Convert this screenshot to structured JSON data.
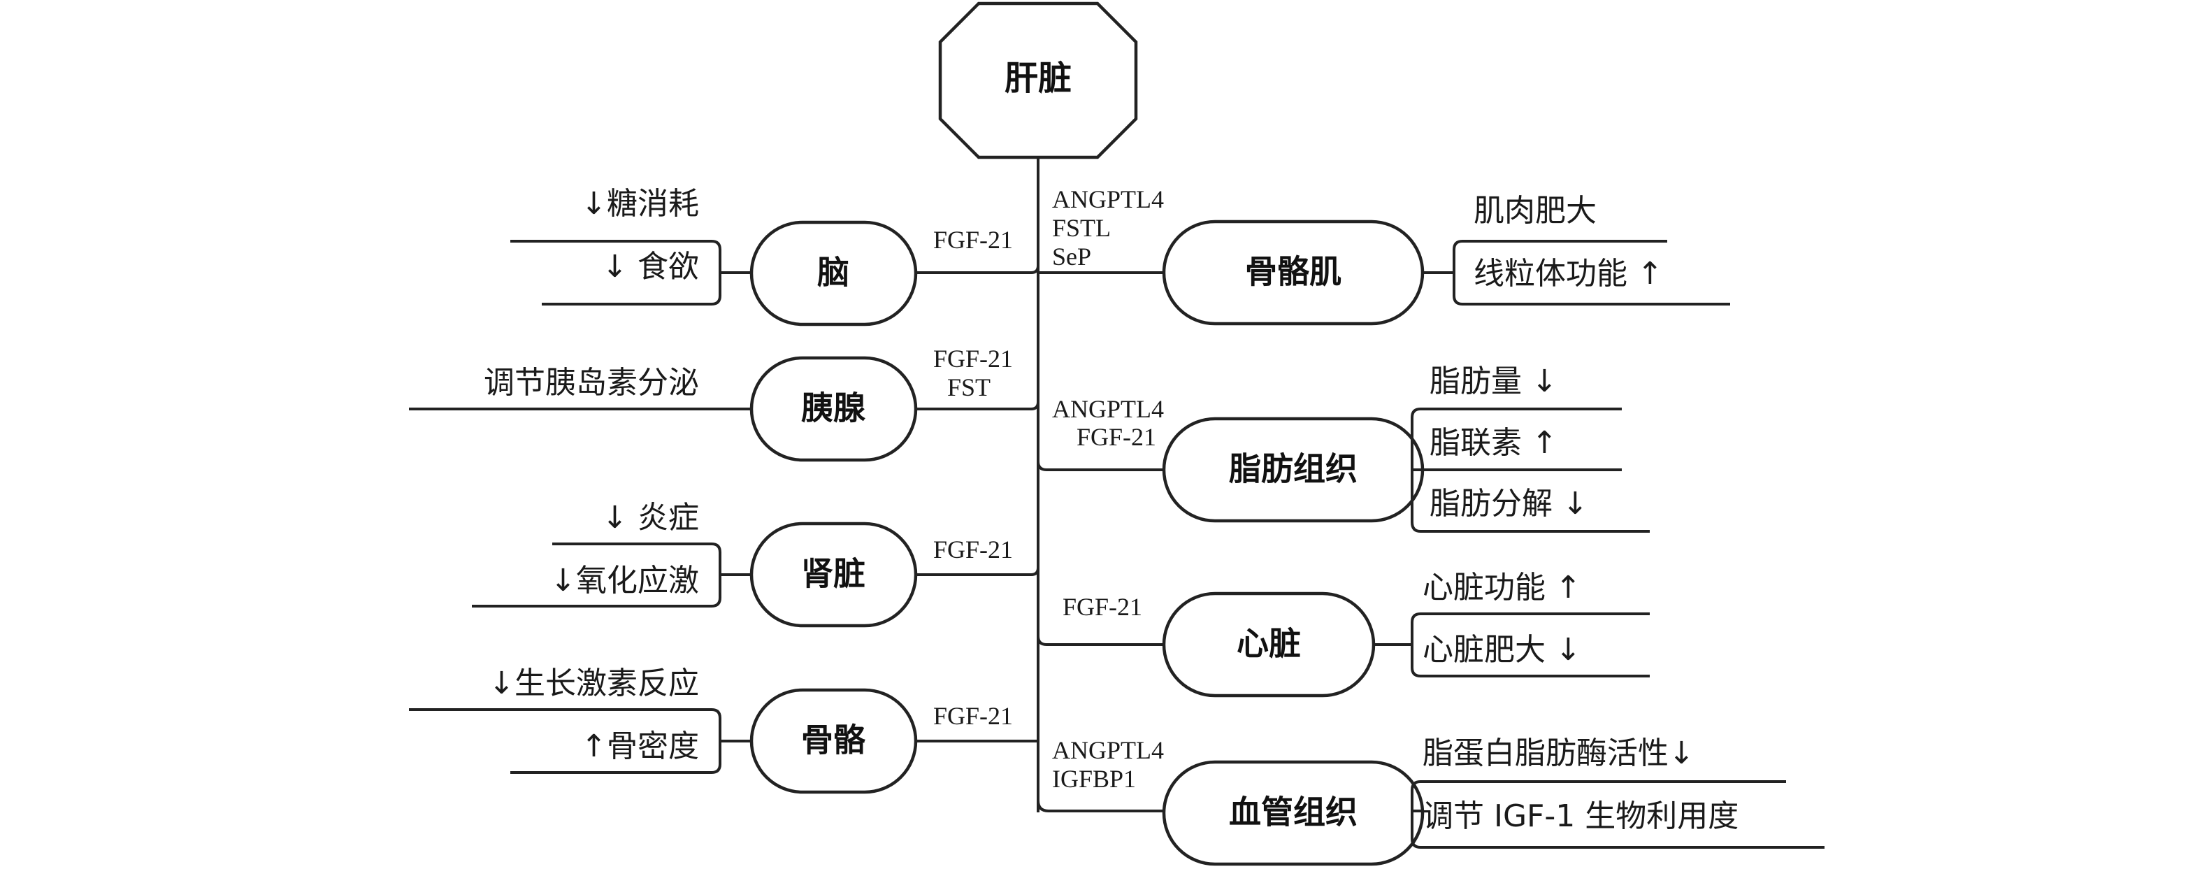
{
  "center": {
    "label": "肝脏"
  },
  "left_organs": [
    {
      "label": "脑",
      "signals": [
        "FGF-21"
      ],
      "effects": [
        "↓糖消耗",
        "↓ 食欲"
      ]
    },
    {
      "label": "胰腺",
      "signals": [
        "FGF-21",
        "FST"
      ],
      "effects": [
        "调节胰岛素分泌"
      ]
    },
    {
      "label": "肾脏",
      "signals": [
        "FGF-21"
      ],
      "effects": [
        "↓ 炎症",
        "↓氧化应激"
      ]
    },
    {
      "label": "骨骼",
      "signals": [
        "FGF-21"
      ],
      "effects": [
        "↓生长激素反应",
        "↑骨密度"
      ]
    }
  ],
  "right_organs": [
    {
      "label": "骨骼肌",
      "signals": [
        "ANGPTL4",
        "FSTL",
        "SeP"
      ],
      "effects": [
        "肌肉肥大",
        "线粒体功能 ↑"
      ]
    },
    {
      "label": "脂肪组织",
      "signals": [
        "ANGPTL4",
        "FGF-21"
      ],
      "effects": [
        "脂肪量 ↓",
        "脂联素 ↑",
        "脂肪分解 ↓"
      ]
    },
    {
      "label": "心脏",
      "signals": [
        "FGF-21"
      ],
      "effects": [
        "心脏功能 ↑",
        "心脏肥大 ↓"
      ]
    },
    {
      "label": "血管组织",
      "signals": [
        "ANGPTL4",
        "IGFBP1"
      ],
      "effects": [
        "脂蛋白脂肪酶活性↓",
        "调节 IGF-1 生物利用度"
      ]
    }
  ]
}
